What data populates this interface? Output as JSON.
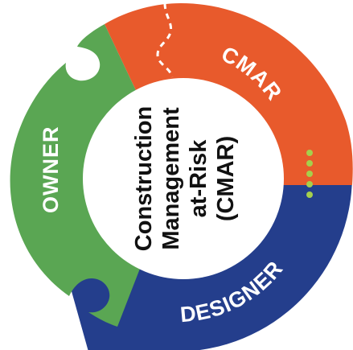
{
  "diagram": {
    "center_lines": [
      "Construction",
      "Management",
      "at-Risk",
      "(CMAR)"
    ],
    "segments": {
      "cmar": {
        "label": "CMAR",
        "color": "#e85a2c"
      },
      "owner": {
        "label": "OWNER",
        "color": "#5aa653"
      },
      "designer": {
        "label": "DESIGNER",
        "color": "#243e8c"
      }
    },
    "center_color": "#ffffff",
    "dots_color": "#a6cf4c",
    "dashes_color": "#ffffff"
  }
}
